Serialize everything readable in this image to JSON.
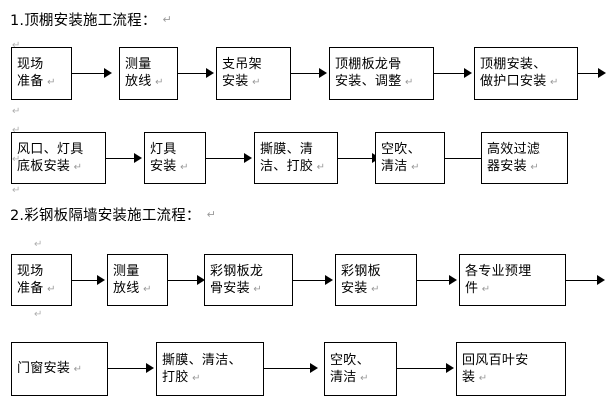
{
  "document": {
    "pilcrow_glyph": "↵"
  },
  "sections": [
    {
      "heading": "1.顶棚安装施工流程：",
      "rows": [
        {
          "nodes": [
            {
              "text": "现场\n准备"
            },
            {
              "text": "测量\n放线"
            },
            {
              "text": "支吊架\n安装"
            },
            {
              "text": "顶棚板龙骨\n安装、调整"
            },
            {
              "text": "顶棚安装、\n做护口安装"
            }
          ],
          "trailing_arrow": true
        },
        {
          "nodes": [
            {
              "text": "风口、灯具\n底板安装"
            },
            {
              "text": "灯具\n安装"
            },
            {
              "text": "撕膜、清\n洁、打胶"
            },
            {
              "text": "空吹、\n清洁"
            },
            {
              "text": "高效过滤\n器安装"
            }
          ],
          "trailing_arrow": false
        }
      ]
    },
    {
      "heading": "2.彩钢板隔墙安装施工流程：",
      "rows": [
        {
          "nodes": [
            {
              "text": "现场\n准备"
            },
            {
              "text": "测量\n放线"
            },
            {
              "text": "彩钢板龙\n骨安装"
            },
            {
              "text": "彩钢板\n安装"
            },
            {
              "text": "各专业预埋\n件"
            }
          ],
          "trailing_arrow": true
        },
        {
          "nodes": [
            {
              "text": "门窗安装"
            },
            {
              "text": "撕膜、清洁、\n打胶"
            },
            {
              "text": "空吹、\n清洁"
            },
            {
              "text": "回风百叶安\n装"
            }
          ],
          "trailing_arrow": false
        }
      ]
    }
  ],
  "colors": {
    "border": "#000000",
    "background": "#ffffff",
    "text": "#000000",
    "mark": "#9a9a9a"
  }
}
